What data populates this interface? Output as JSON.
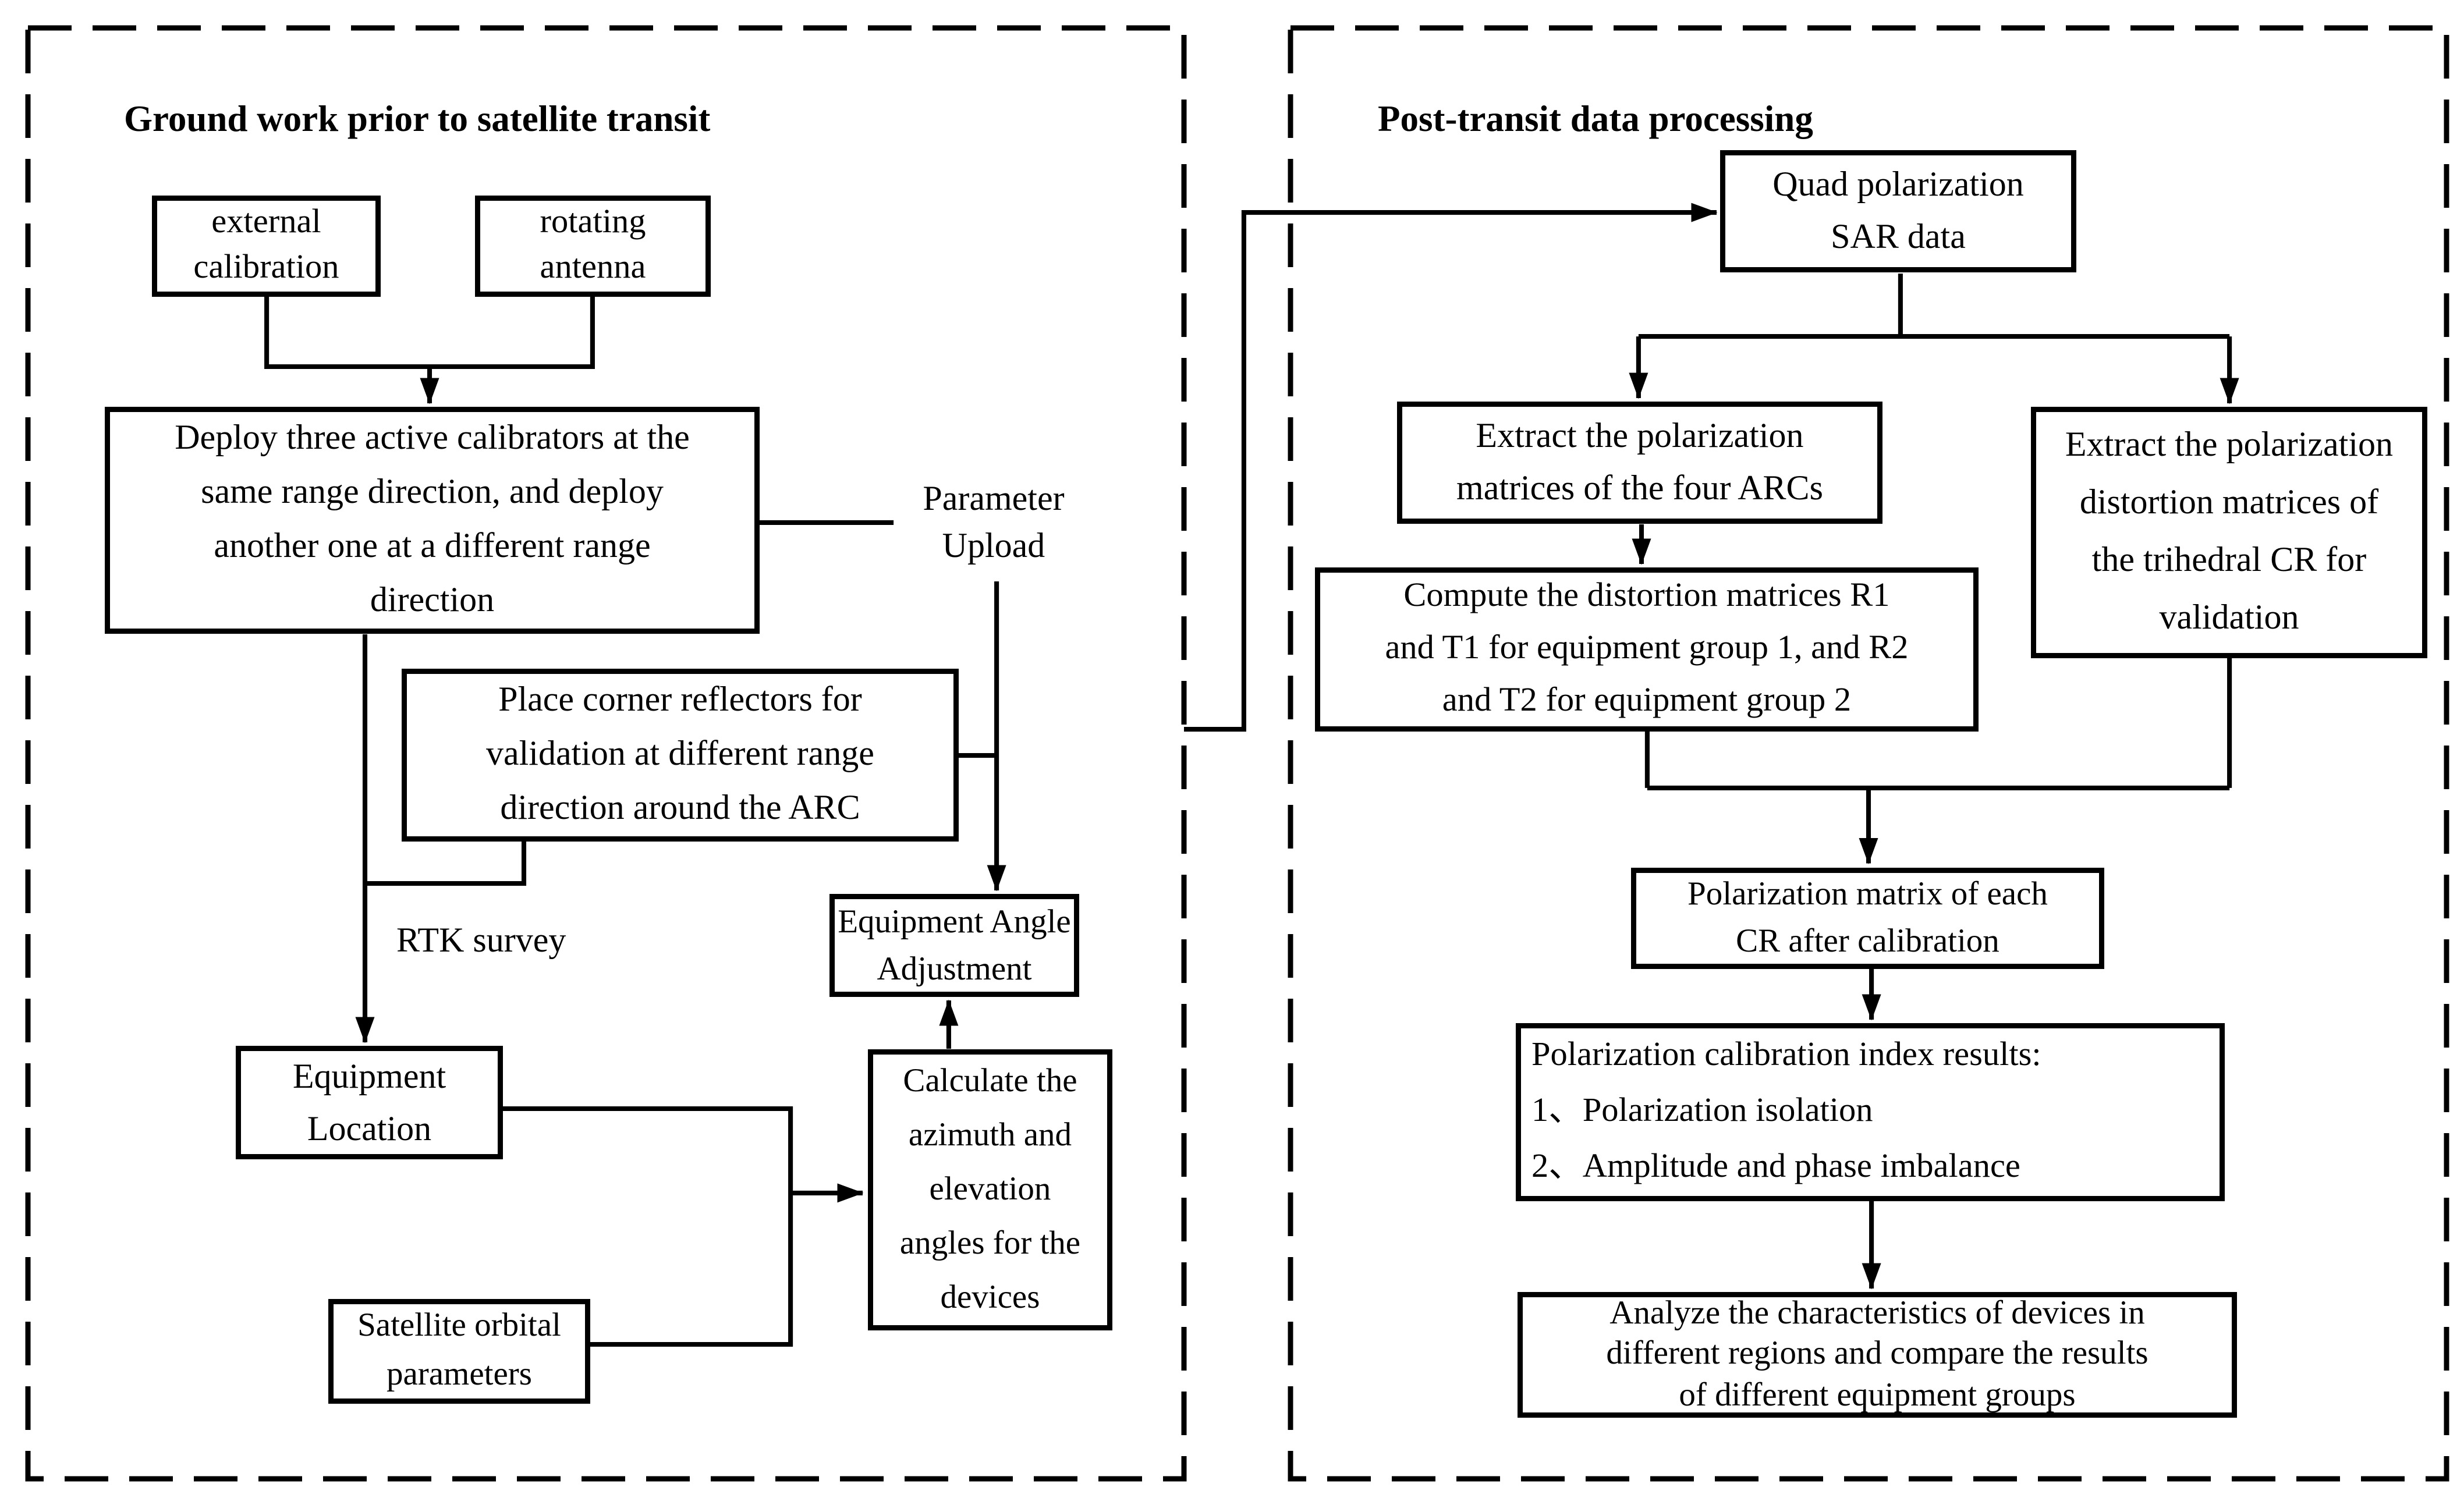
{
  "colors": {
    "line": "#000000",
    "background": "#ffffff"
  },
  "panels": {
    "left": {
      "title": "Ground work prior to satellite transit"
    },
    "right": {
      "title": "Post-transit data processing"
    }
  },
  "labels": {
    "parameter_upload": "Parameter\nUpload",
    "rtk_survey": "RTK survey"
  },
  "nodes": {
    "external_calibration": {
      "label": "external\ncalibration"
    },
    "rotating_antenna": {
      "label": "rotating\nantenna"
    },
    "deploy": {
      "label": "Deploy three active calibrators at the\nsame range direction, and deploy\nanother one at a different range\ndirection"
    },
    "place_corner_reflectors": {
      "label": "Place corner reflectors for\nvalidation at different range\ndirection around the ARC"
    },
    "equipment_location": {
      "label": "Equipment\nLocation"
    },
    "satellite_orbital": {
      "label": "Satellite orbital\nparameters"
    },
    "calculate_angles": {
      "label": "Calculate the\nazimuth and\nelevation\nangles for the\ndevices"
    },
    "equipment_angle_adjustment": {
      "label": "Equipment Angle\nAdjustment"
    },
    "quad_sar_data": {
      "label": "Quad polarization\nSAR data"
    },
    "extract_arc_matrices": {
      "label": "Extract the polarization\nmatrices of the four ARCs"
    },
    "extract_trihedral": {
      "label": "Extract the polarization\ndistortion matrices of\nthe trihedral CR for\nvalidation"
    },
    "compute_distortion": {
      "label": "Compute the distortion matrices R1\nand T1 for equipment group 1, and R2\nand T2 for equipment group 2"
    },
    "polarization_matrix": {
      "label": "Polarization matrix of each\nCR after calibration"
    },
    "calibration_index_results": {
      "label": "Polarization calibration index results:\n1、Polarization isolation\n2、Amplitude and phase imbalance"
    },
    "analyze_characteristics": {
      "label": "Analyze the characteristics of devices in\ndifferent regions and compare the results\nof different equipment groups"
    }
  }
}
